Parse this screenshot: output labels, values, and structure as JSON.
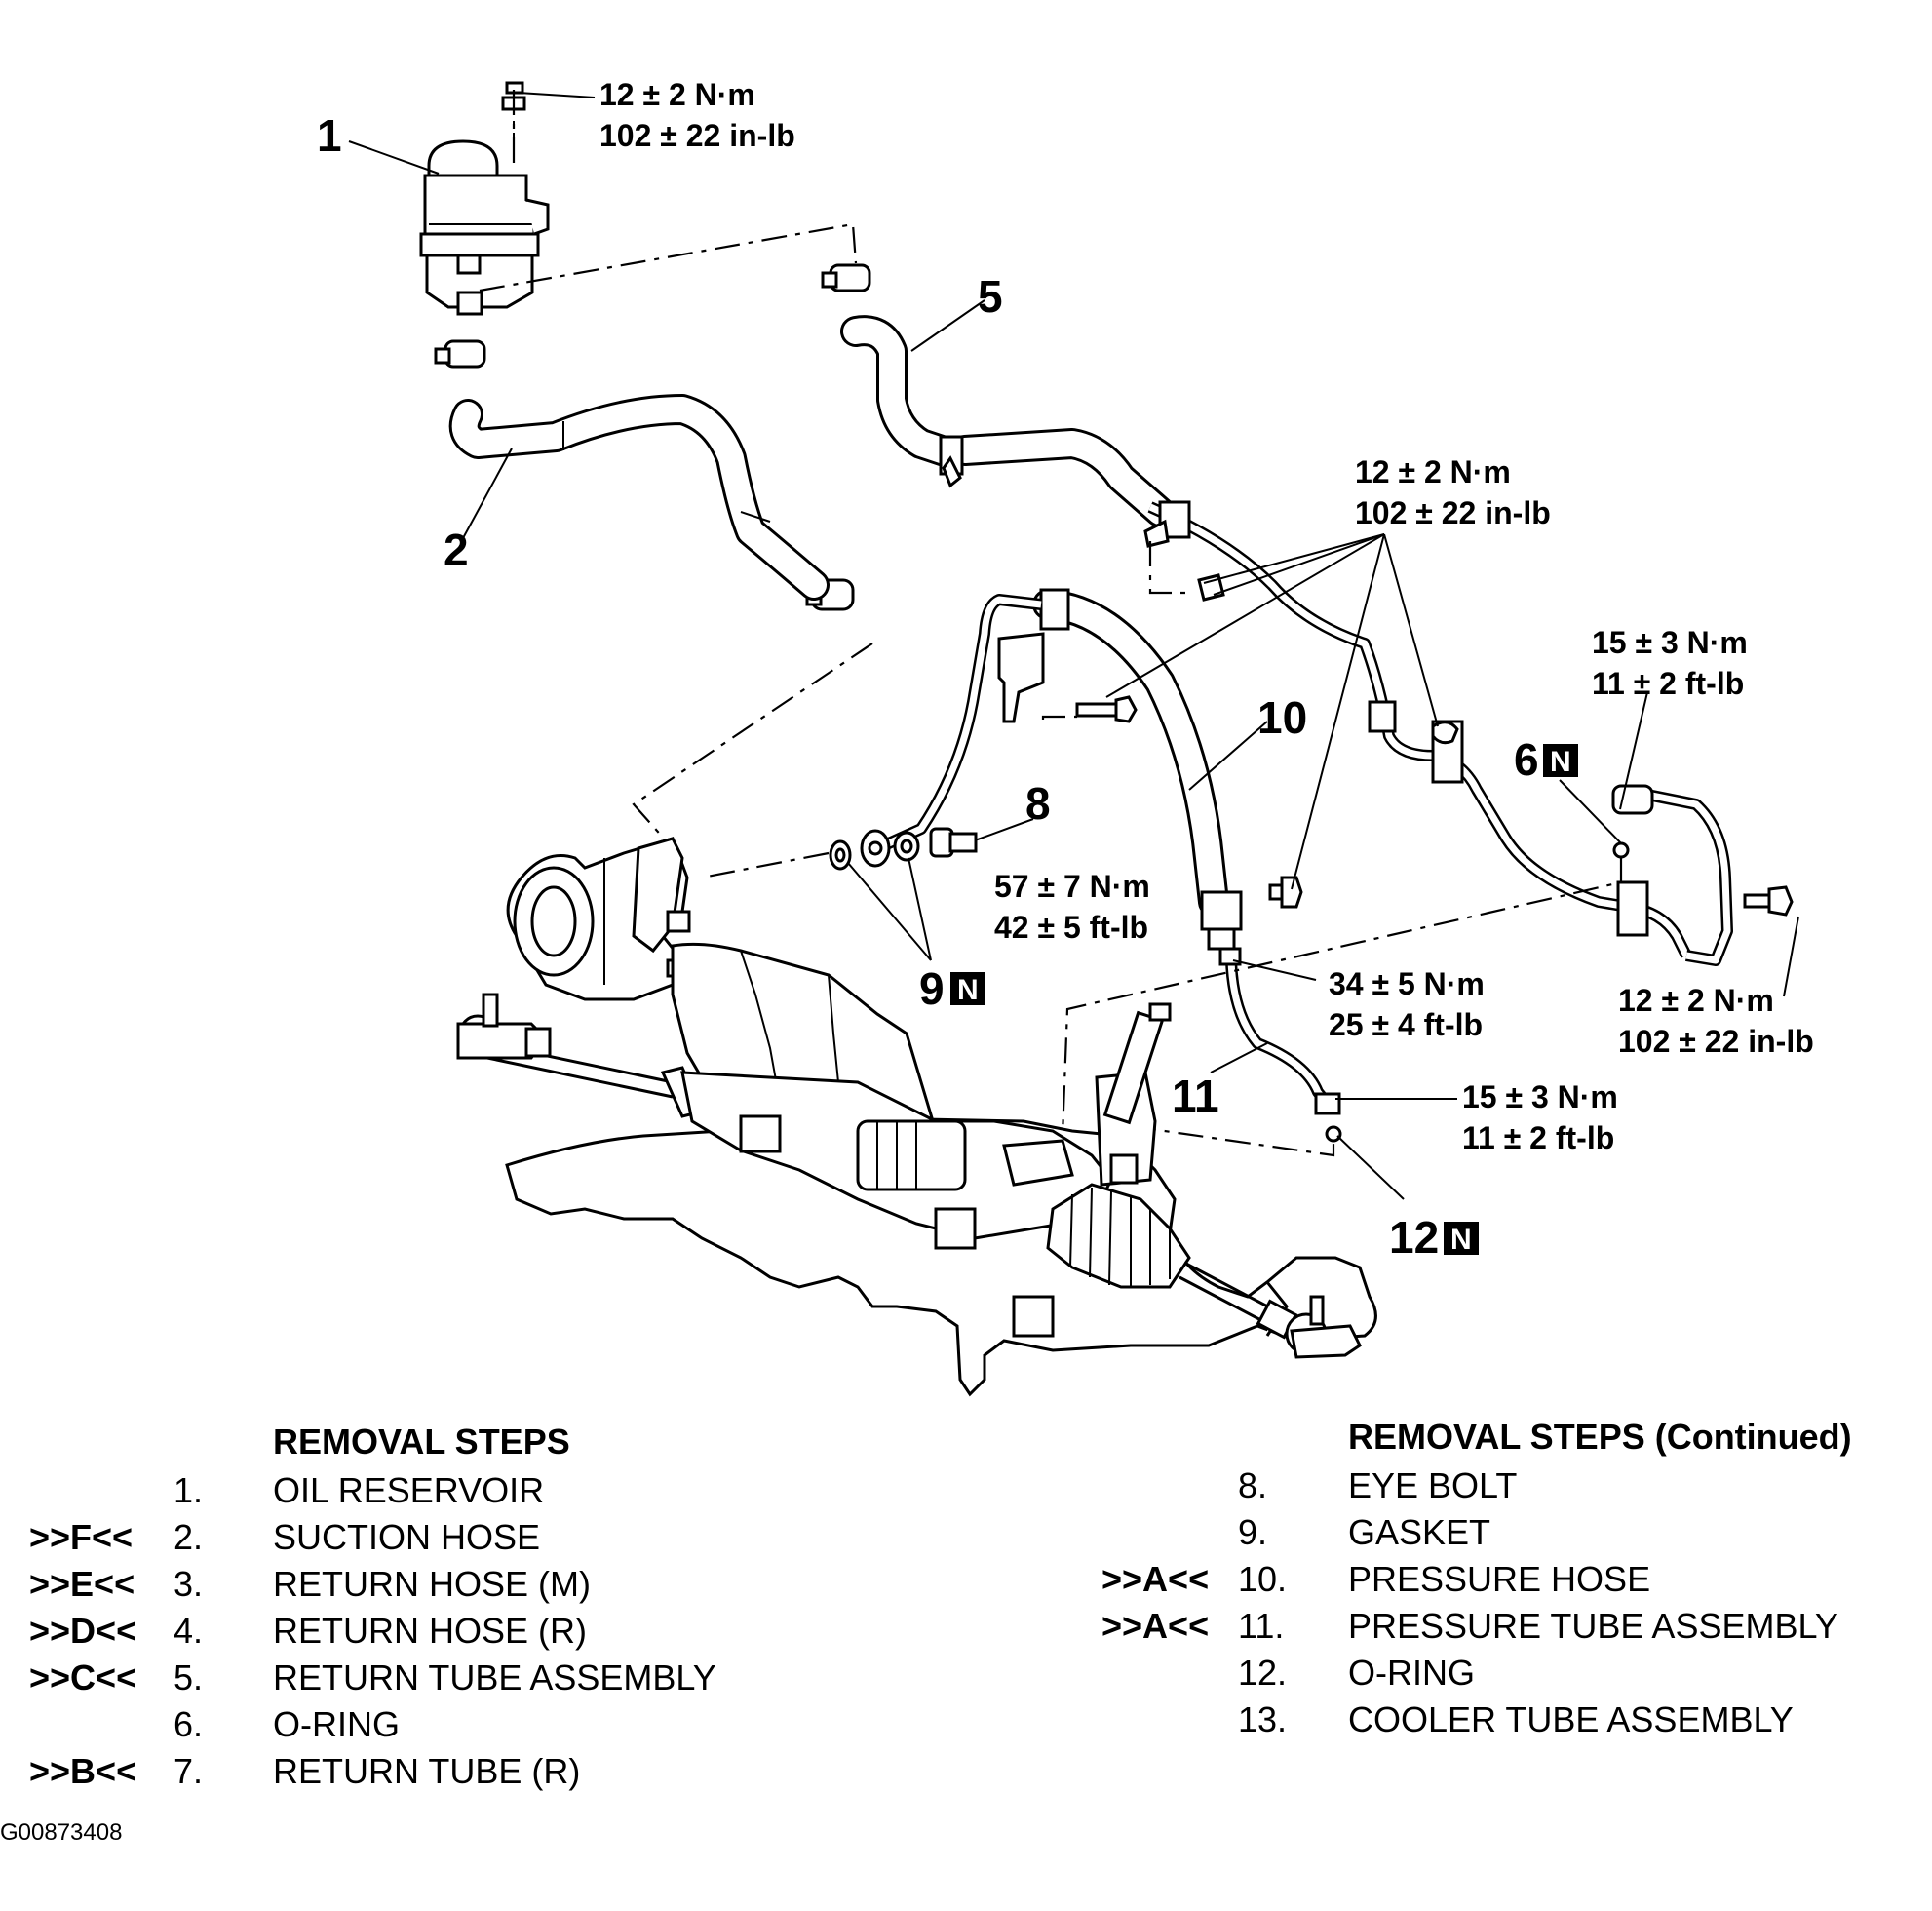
{
  "diagram": {
    "callouts": {
      "c1": "1",
      "c2": "2",
      "c5": "5",
      "c8": "8",
      "c9": "9",
      "c10": "10",
      "c11": "11",
      "c6": "6",
      "c12": "12",
      "n": "N"
    },
    "torques": {
      "reservoir_nut": [
        "12 ± 2 N·m",
        "102 ± 22 in-lb"
      ],
      "bracket_bolts": [
        "12 ± 2 N·m",
        "102 ± 22 in-lb"
      ],
      "return_tube_fitting": [
        "15 ± 3 N·m",
        "11 ± 2 ft-lb"
      ],
      "eye_bolt": [
        "57 ± 7 N·m",
        "42 ± 5 ft-lb"
      ],
      "cooler_bolt": [
        "12 ± 2 N·m",
        "102 ± 22 in-lb"
      ],
      "pressure_hose_flare": [
        "34 ± 5 N·m",
        "25 ± 4 ft-lb"
      ],
      "pressure_tube_gear": [
        "15 ± 3 N·m",
        "11 ± 2 ft-lb"
      ]
    }
  },
  "removal_steps": {
    "title": "REMOVAL STEPS",
    "steps": [
      {
        "code": "",
        "num": "1.",
        "label": "OIL RESERVOIR"
      },
      {
        "code": ">>F<<",
        "num": "2.",
        "label": "SUCTION HOSE"
      },
      {
        "code": ">>E<<",
        "num": "3.",
        "label": "RETURN HOSE (M)"
      },
      {
        "code": ">>D<<",
        "num": "4.",
        "label": "RETURN HOSE (R)"
      },
      {
        "code": ">>C<<",
        "num": "5.",
        "label": "RETURN TUBE ASSEMBLY"
      },
      {
        "code": "",
        "num": "6.",
        "label": "O-RING"
      },
      {
        "code": ">>B<<",
        "num": "7.",
        "label": "RETURN TUBE (R)"
      }
    ]
  },
  "removal_steps_continued": {
    "title": "REMOVAL STEPS (Continued)",
    "steps": [
      {
        "code": "",
        "num": "8.",
        "label": "EYE BOLT"
      },
      {
        "code": "",
        "num": "9.",
        "label": "GASKET"
      },
      {
        "code": ">>A<<",
        "num": "10.",
        "label": "PRESSURE HOSE"
      },
      {
        "code": ">>A<<",
        "num": "11.",
        "label": "PRESSURE TUBE ASSEMBLY"
      },
      {
        "code": "",
        "num": "12.",
        "label": "O-RING"
      },
      {
        "code": "",
        "num": "13.",
        "label": "COOLER TUBE ASSEMBLY"
      }
    ]
  },
  "figure_id": "G00873408"
}
